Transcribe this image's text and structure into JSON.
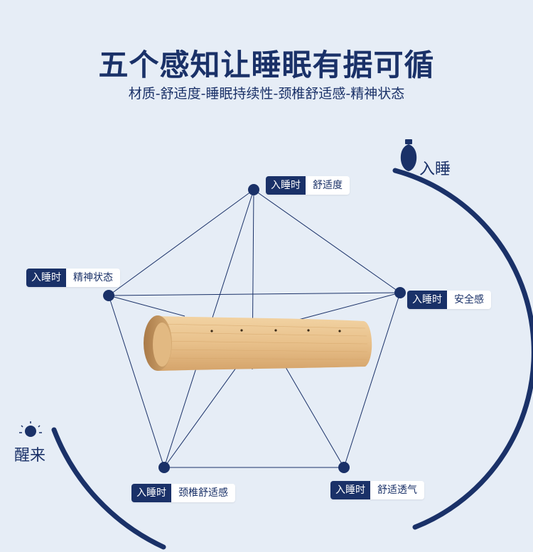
{
  "title": "五个感知让睡眠有据可循",
  "subtitle": "材质-舒适度-睡眠持续性-颈椎舒适感-精神状态",
  "sleep_label": "入睡",
  "wake_label": "醒来",
  "icons": {
    "sleep": "lightbulb-icon",
    "wake": "sun-icon"
  },
  "colors": {
    "primary": "#1a3168",
    "background": "#e6edf6",
    "product": "#e8c08a"
  },
  "tags": [
    {
      "key": "入睡时",
      "value": "舒适度"
    },
    {
      "key": "入睡时",
      "value": "安全感"
    },
    {
      "key": "入睡时",
      "value": "舒适透气"
    },
    {
      "key": "入睡时",
      "value": "颈椎舒适感"
    },
    {
      "key": "入睡时",
      "value": "精神状态"
    }
  ]
}
